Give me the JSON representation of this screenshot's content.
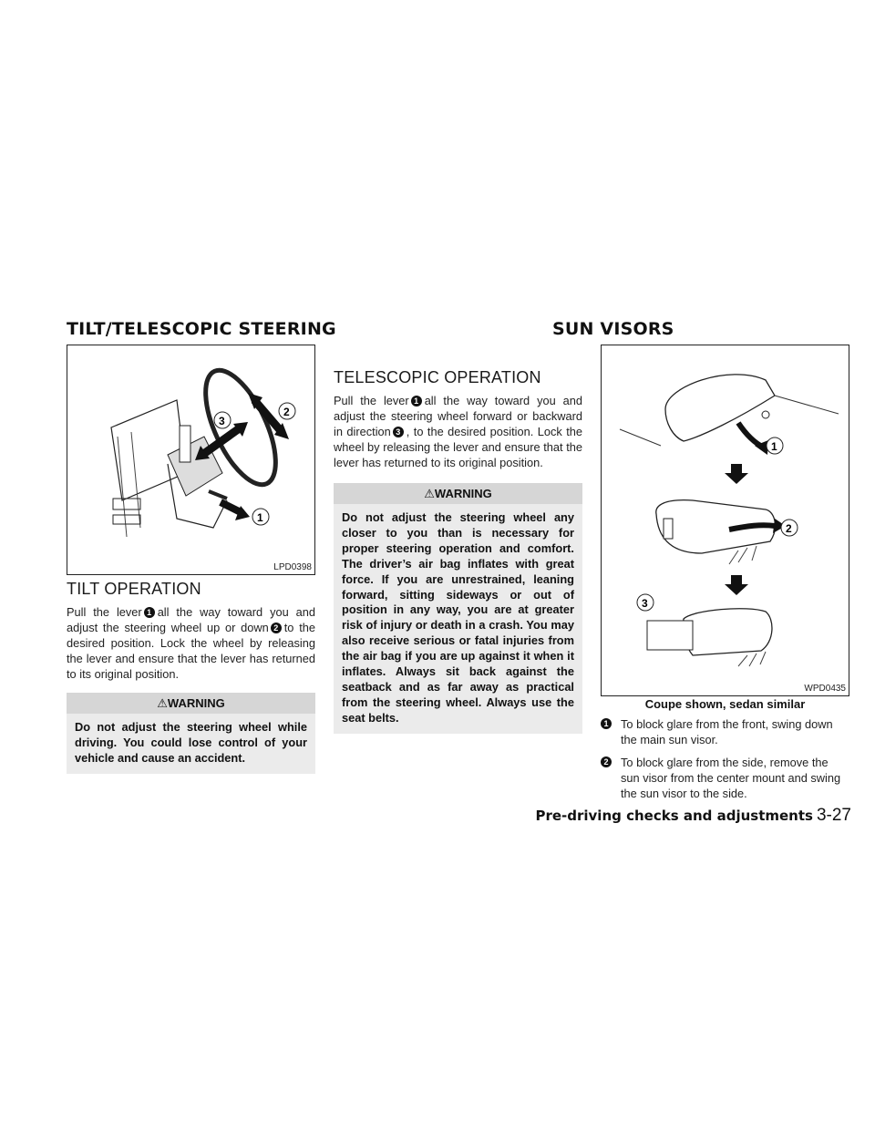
{
  "sections": {
    "left_title": "TILT/TELESCOPIC STEERING",
    "right_title": "SUN VISORS"
  },
  "figure_left": {
    "code": "LPD0398",
    "callouts": [
      "1",
      "2",
      "3"
    ]
  },
  "figure_right": {
    "code": "WPD0435",
    "callouts": [
      "1",
      "2",
      "3"
    ],
    "caption": "Coupe shown, sedan similar"
  },
  "tilt": {
    "heading": "TILT OPERATION",
    "p1": "Pull the lever",
    "n1": "1",
    "p2": "all the way toward you and adjust the steering wheel up or down",
    "n2": "2",
    "p3": "to the desired position. Lock the wheel by releasing the lever and ensure that the lever has returned to its original position.",
    "warning_label": "WARNING",
    "warning_text": "Do not adjust the steering wheel while driving. You could lose control of your vehicle and cause an accident."
  },
  "telescopic": {
    "heading": "TELESCOPIC OPERATION",
    "p1": "Pull the lever",
    "n1": "1",
    "p2": "all the way toward you and adjust the steering wheel forward or backward in direction",
    "n3": "3",
    "p3": ", to the desired position. Lock the wheel by releasing the lever and ensure that the lever has returned to its original position.",
    "warning_label": "WARNING",
    "warning_text": "Do not adjust the steering wheel any closer to you than is necessary for proper steering operation and comfort. The driver’s air bag inflates with great force. If you are unrestrained, leaning forward, sitting sideways or out of position in any way, you are at greater risk of injury or death in a crash. You may also receive serious or fatal injuries from the air bag if you are up against it when it inflates. Always sit back against the seatback and as far away as practical from the steering wheel. Always use the seat belts."
  },
  "visors": {
    "items": [
      {
        "n": "1",
        "text": "To block glare from the front, swing down the main sun visor."
      },
      {
        "n": "2",
        "text": "To block glare from the side, remove the sun visor from the center mount and swing the sun visor to the side."
      }
    ]
  },
  "footer": {
    "chapter": "Pre-driving checks and adjustments",
    "page": "3-27"
  }
}
